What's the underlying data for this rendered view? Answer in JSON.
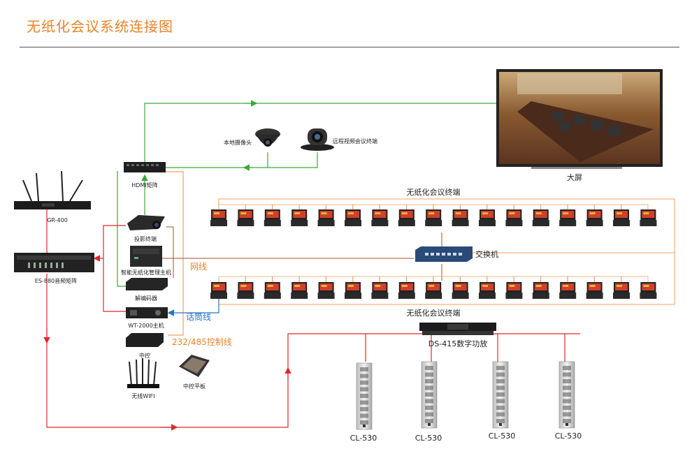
{
  "title": "无纸化会议系统连接图",
  "labels": {
    "camera_local": "本地摄像头",
    "camera_remote": "远程视频会议终端",
    "big_screen": "大屏",
    "hdmi_matrix": "HDMI矩阵",
    "gr400": "GR-400",
    "es880": "ES-880音频矩阵",
    "projector": "投影终端",
    "mgmt_host": "智能无纸化管理主机",
    "decoder": "解编码器",
    "wt2000": "WT-2000主机",
    "central_ctrl": "中控",
    "wifi": "无线WIFI",
    "ctrl_tablet": "中控平板",
    "terminals_top": "无纸化会议终端",
    "terminals_bottom": "无纸化会议终端",
    "switch": "交换机",
    "network_line": "网线",
    "mic_line": "话筒线",
    "control_line": "232/485控制线",
    "amp": "DS-415数字功放",
    "speakers": [
      "CL-530",
      "CL-530",
      "CL-530",
      "CL-530"
    ]
  },
  "colors": {
    "title": "#e8842a",
    "green_line": "#3ca83c",
    "red_line": "#e0282a",
    "orange_line": "#f0a060",
    "blue_line": "#2a72c8",
    "brown_line": "#a05030"
  }
}
